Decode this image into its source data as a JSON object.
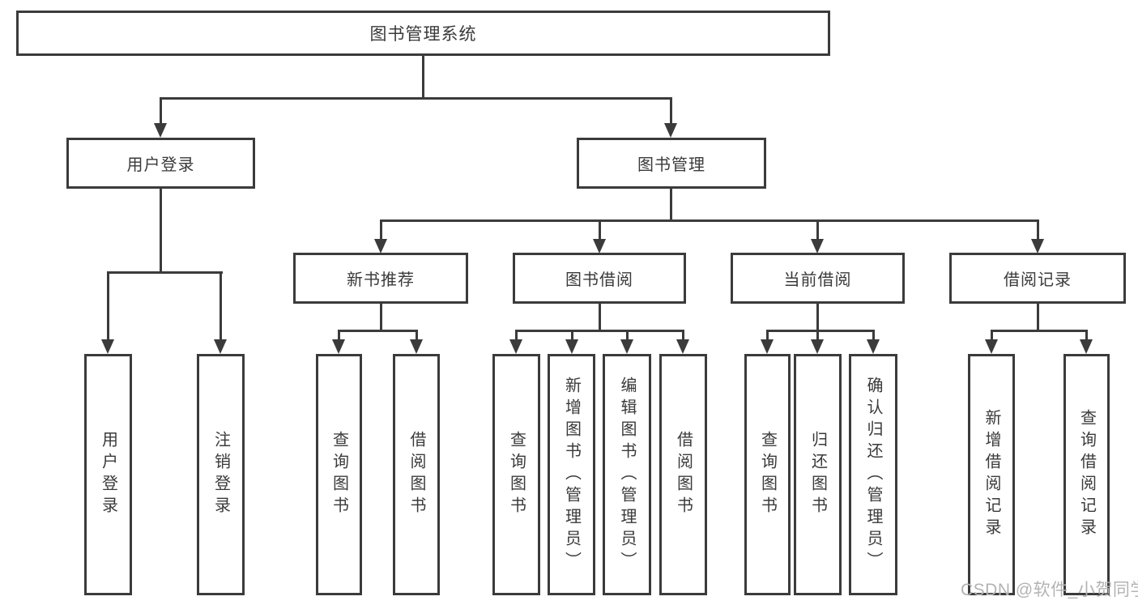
{
  "diagram": {
    "root": {
      "label": "图书管理系统"
    },
    "level2": [
      {
        "label": "用户登录"
      },
      {
        "label": "图书管理"
      }
    ],
    "level3": [
      {
        "label": "新书推荐",
        "parent": "图书管理"
      },
      {
        "label": "图书借阅",
        "parent": "图书管理"
      },
      {
        "label": "当前借阅",
        "parent": "图书管理"
      },
      {
        "label": "借阅记录",
        "parent": "图书管理"
      }
    ],
    "leaves": [
      {
        "label": "用户登录",
        "parent": "用户登录"
      },
      {
        "label": "注销登录",
        "parent": "用户登录"
      },
      {
        "label": "查询图书",
        "parent": "新书推荐"
      },
      {
        "label": "借阅图书",
        "parent": "新书推荐"
      },
      {
        "label": "查询图书",
        "parent": "图书借阅"
      },
      {
        "label": "新增图书（管理员）",
        "parent": "图书借阅"
      },
      {
        "label": "编辑图书（管理员）",
        "parent": "图书借阅"
      },
      {
        "label": "借阅图书",
        "parent": "图书借阅"
      },
      {
        "label": "查询图书",
        "parent": "当前借阅"
      },
      {
        "label": "归还图书",
        "parent": "当前借阅"
      },
      {
        "label": "确认归还（管理员）",
        "parent": "当前借阅"
      },
      {
        "label": "新增借阅记录",
        "parent": "借阅记录"
      },
      {
        "label": "查询借阅记录",
        "parent": "借阅记录"
      }
    ]
  },
  "watermark": {
    "text": "CSDN @软件_小贺同学"
  },
  "colors": {
    "line": "#3b3b3b",
    "text": "#3a3a3a",
    "box_background": "#ffffff",
    "watermark": "#b3b3b3"
  }
}
